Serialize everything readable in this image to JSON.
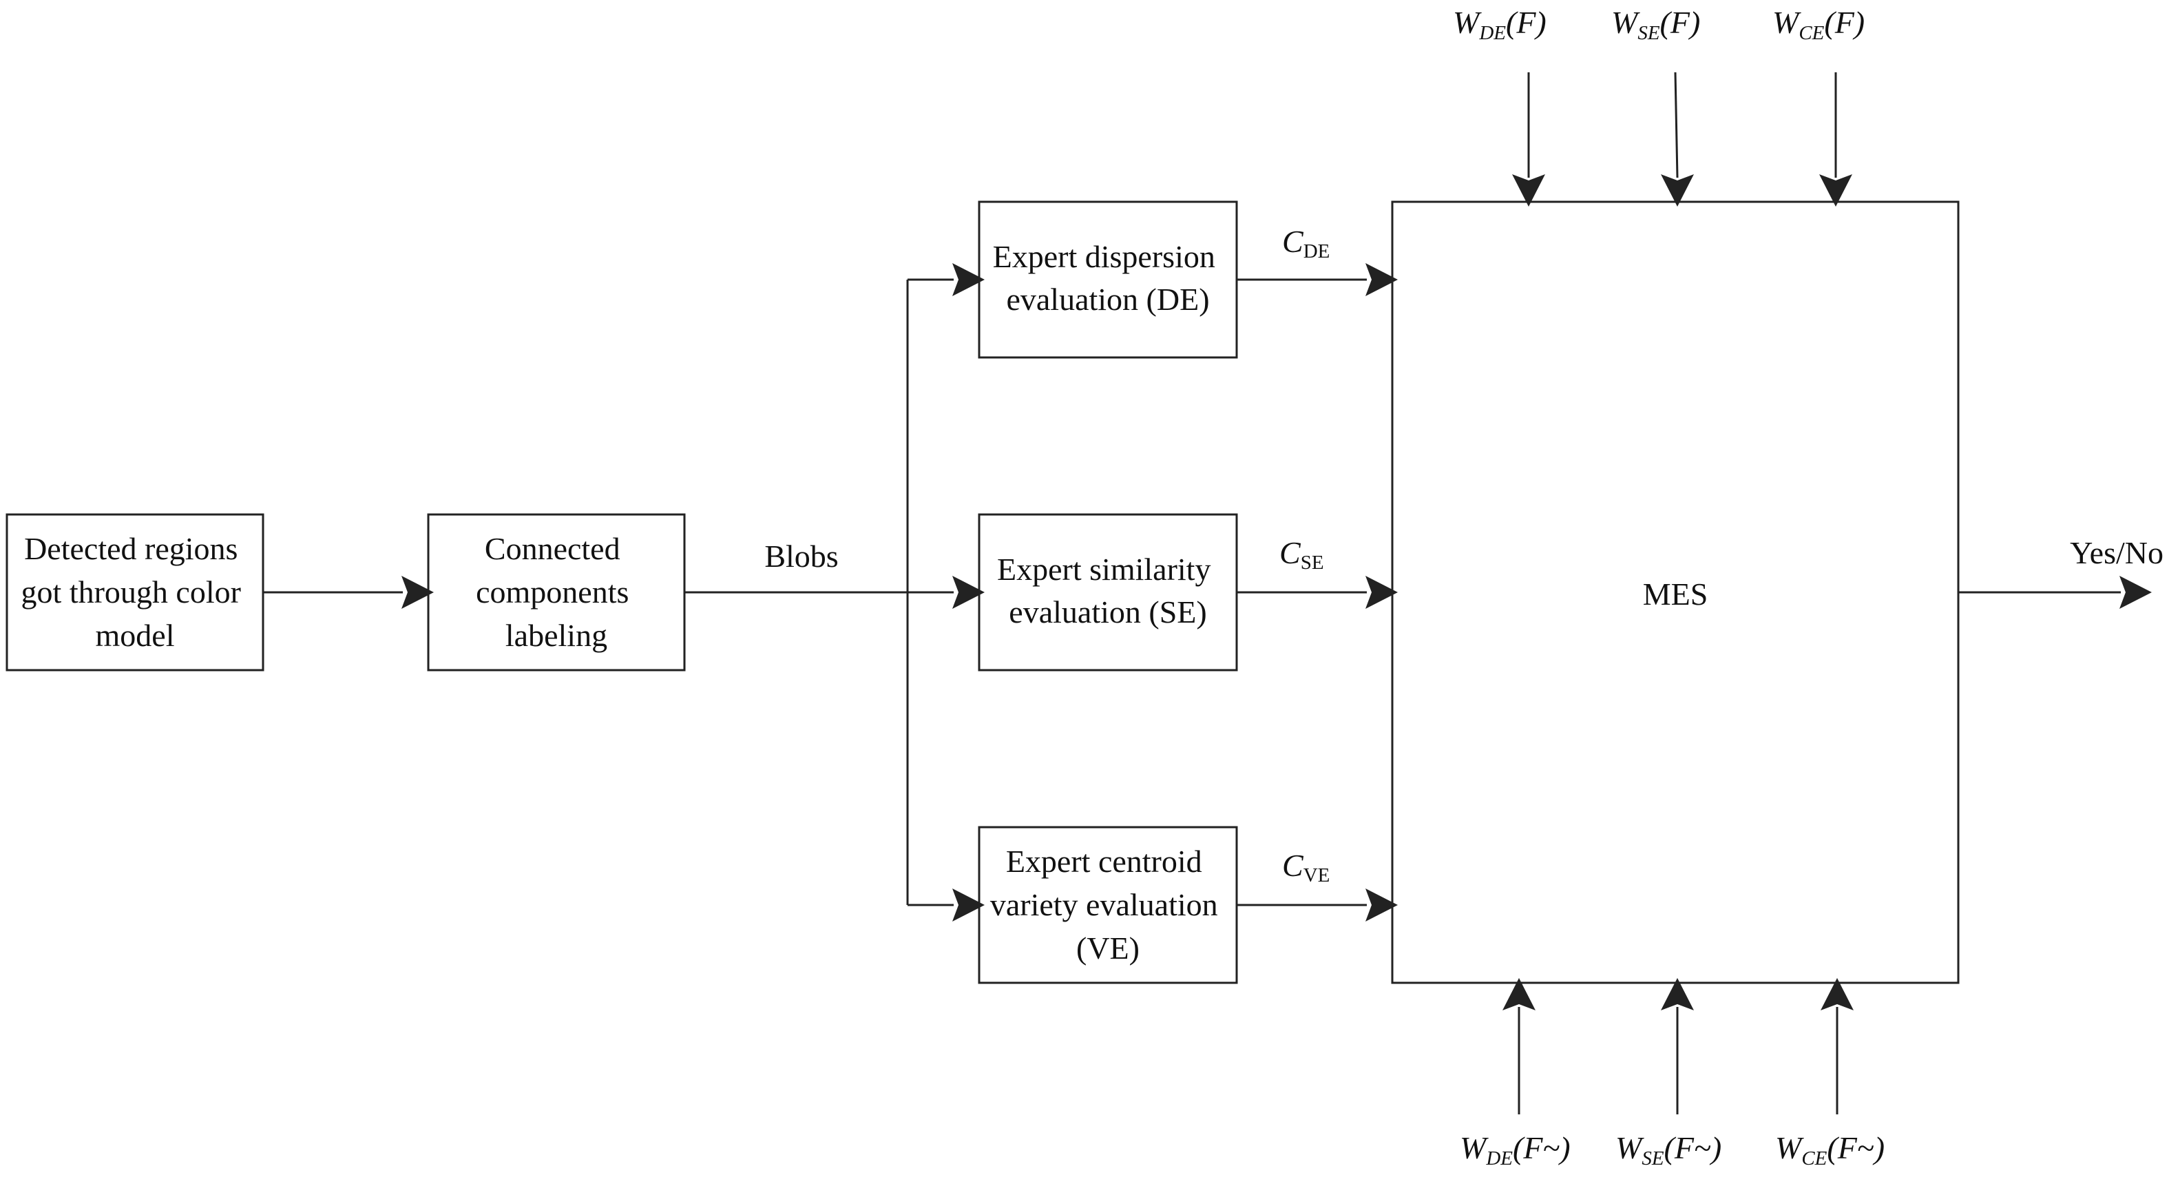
{
  "nodes": {
    "detected": {
      "lines": [
        "Detected regions",
        "got through color",
        "model"
      ]
    },
    "ccl": {
      "lines": [
        "Connected",
        "components",
        "labeling"
      ]
    },
    "de": {
      "lines": [
        "Expert dispersion",
        "evaluation (DE)"
      ]
    },
    "se": {
      "lines": [
        "Expert similarity",
        "evaluation (SE)"
      ]
    },
    "ve": {
      "lines": [
        "Expert centroid",
        "variety evaluation",
        "(VE)"
      ]
    },
    "mes": {
      "label": "MES"
    }
  },
  "edges": {
    "blobs": "Blobs",
    "output": "Yes/No"
  },
  "confidences": {
    "de": {
      "symbol": "C",
      "sub": "DE"
    },
    "se": {
      "symbol": "C",
      "sub": "SE"
    },
    "ve": {
      "symbol": "C",
      "sub": "VE"
    }
  },
  "weights_top": [
    {
      "symbol": "W",
      "sub": "DE",
      "arg": "(F)"
    },
    {
      "symbol": "W",
      "sub": "SE",
      "arg": "(F)"
    },
    {
      "symbol": "W",
      "sub": "CE",
      "arg": "(F)"
    }
  ],
  "weights_bottom": [
    {
      "symbol": "W",
      "sub": "DE",
      "arg": "(F~)"
    },
    {
      "symbol": "W",
      "sub": "SE",
      "arg": "(F~)"
    },
    {
      "symbol": "W",
      "sub": "CE",
      "arg": "(F~)"
    }
  ],
  "colors": {
    "stroke": "#222222",
    "text": "#111111",
    "background": "#ffffff"
  }
}
